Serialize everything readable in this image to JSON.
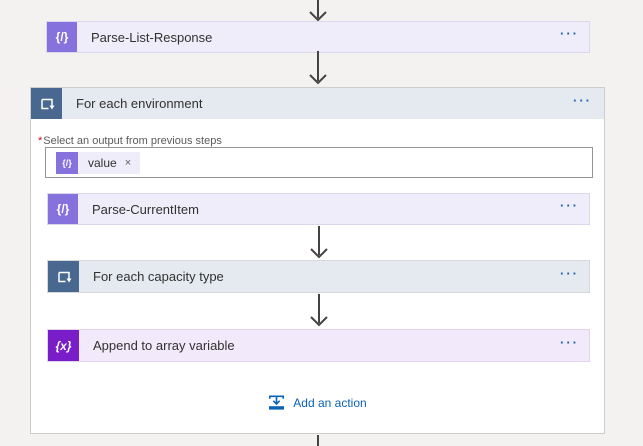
{
  "ui": {
    "more_glyph": "···"
  },
  "icons": {
    "parse_json_glyph": "{/}",
    "variable_glyph": "{x}"
  },
  "colors": {
    "page_bg": "#F3F2F1",
    "parse_action_bg": "#F0EDFB",
    "parse_icon_bg": "#8672DC",
    "loop_header_bg": "#E5EAF1",
    "loop_icon_bg": "#48688F",
    "variable_action_bg": "#F2EAFB",
    "variable_icon_bg": "#791DC9",
    "menu_dots_color": "#1F5FB0",
    "add_action_color": "#0C62B5",
    "connector_color": "#454241"
  },
  "flow": {
    "parse_list_response": {
      "title": "Parse-List-Response"
    },
    "for_each_environment": {
      "title": "For each environment",
      "input": {
        "required_marker": "*",
        "label": "Select an output from previous steps",
        "token": {
          "label": "value",
          "remove_glyph": "×"
        }
      },
      "children": {
        "parse_current_item": {
          "title": "Parse-CurrentItem"
        },
        "for_each_capacity_type": {
          "title": "For each capacity type"
        },
        "append_to_array_variable": {
          "title": "Append to array variable"
        },
        "add_action": {
          "label": "Add an action"
        }
      }
    }
  }
}
